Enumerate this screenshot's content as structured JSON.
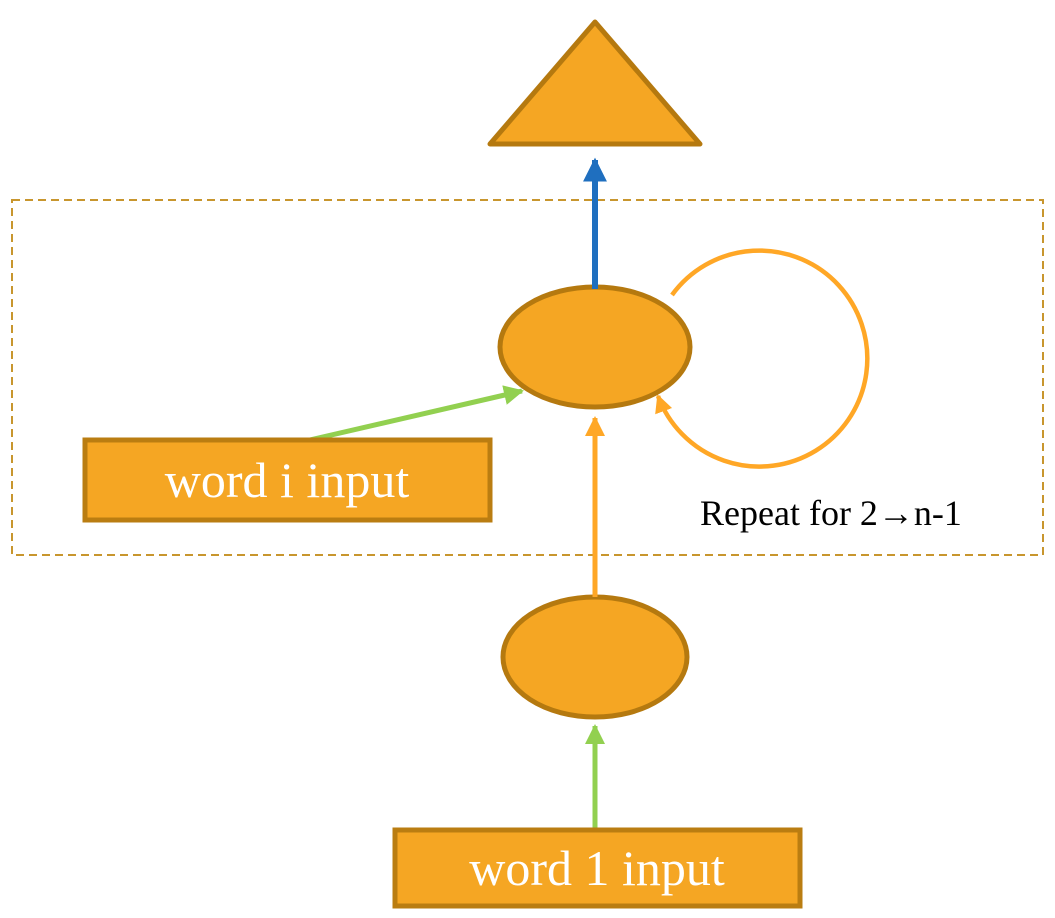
{
  "diagram": {
    "note": {
      "repeat_label": "Repeat for 2→n-1"
    },
    "boxes": {
      "word_i": {
        "label": "word i input"
      },
      "word_1": {
        "label": "word 1 input"
      }
    },
    "colors": {
      "shape_fill": "#F5A623",
      "shape_stroke": "#B5790F",
      "box_fill": "#F5A623",
      "box_stroke": "#BA7D11",
      "box_text": "#FFFFFF",
      "blue_arrow": "#1F6FBF",
      "green_arrow": "#92D050",
      "orange_arrow": "#FFA726",
      "dashed_border": "#C8962E",
      "note_text": "#000000"
    }
  }
}
